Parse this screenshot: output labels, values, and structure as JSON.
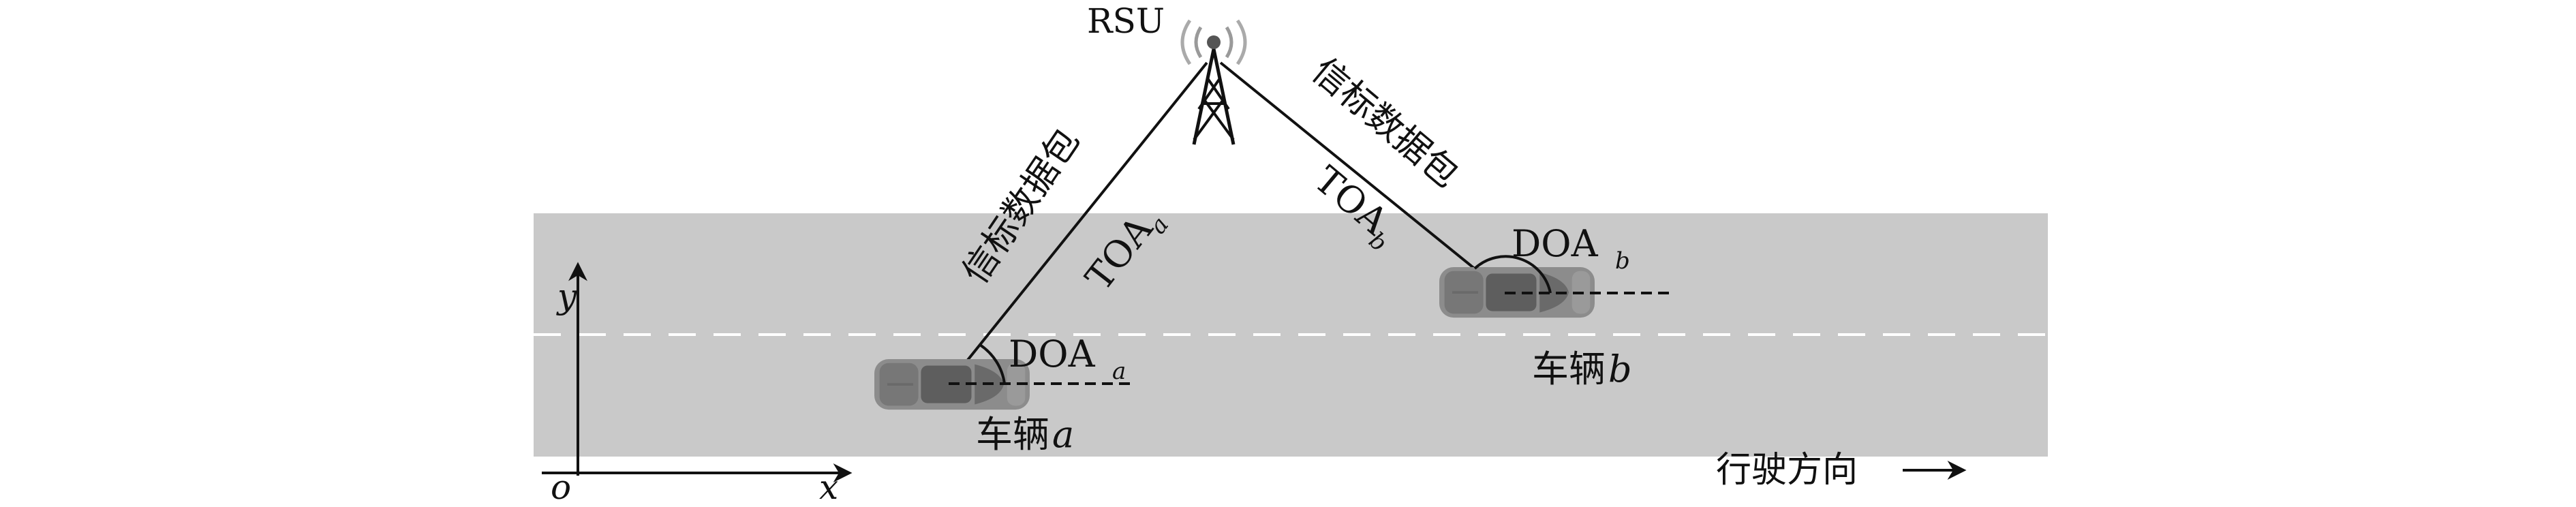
{
  "colors": {
    "road": "#c9c9c9",
    "lane_marking": "#ffffff",
    "car": "#8a8a8a",
    "line": "#111111"
  },
  "icons": {
    "rsu": "antenna-tower-icon",
    "vehicle": "car-icon",
    "arrow": "arrow-right-icon"
  },
  "rsu": {
    "label": "RSU"
  },
  "links": {
    "left_packet": "信标数据包",
    "right_packet": "信标数据包",
    "toa_a": {
      "base": "TOA",
      "sub": "a"
    },
    "toa_b": {
      "base": "TOA",
      "sub": "b"
    }
  },
  "vehicles": {
    "a": {
      "label": "车辆",
      "var": "a",
      "doa": {
        "base": "DOA",
        "sub": "a"
      }
    },
    "b": {
      "label": "车辆",
      "var": "b",
      "doa": {
        "base": "DOA",
        "sub": "b"
      }
    }
  },
  "axes": {
    "origin": "o",
    "x": "x",
    "y": "y"
  },
  "direction": {
    "label": "行驶方向"
  }
}
